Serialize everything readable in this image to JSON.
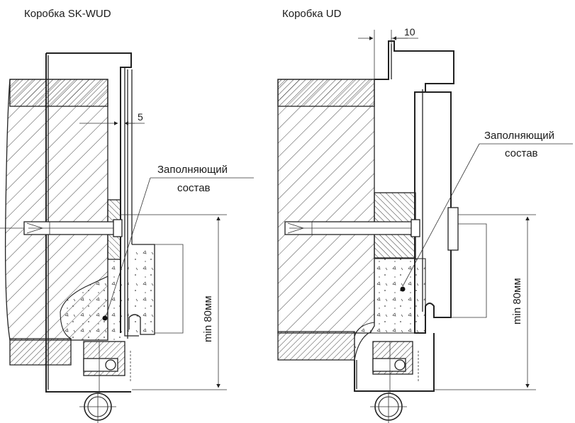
{
  "left_drawing": {
    "title": "Коробка SK-WUD",
    "gap_dimension": "5",
    "callout_line1": "Заполняющий",
    "callout_line2": "состав",
    "vertical_dimension": "min 80мм"
  },
  "right_drawing": {
    "title": "Коробка UD",
    "gap_dimension": "10",
    "callout_line1": "Заполняющий",
    "callout_line2": "состав",
    "vertical_dimension": "min 80мм"
  }
}
